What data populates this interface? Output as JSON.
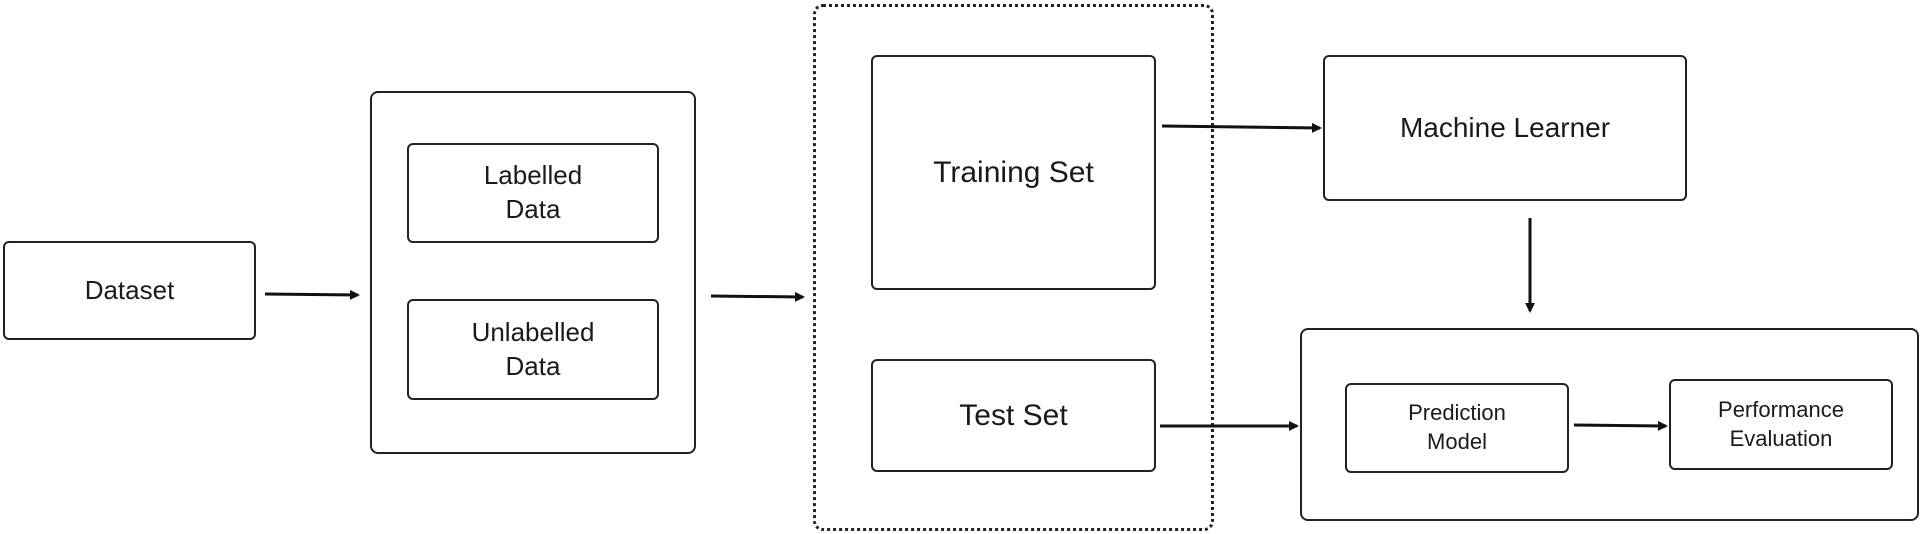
{
  "nodes": {
    "dataset": "Dataset",
    "labelled_data": [
      "Labelled",
      "Data"
    ],
    "unlabelled_data": [
      "Unlabelled",
      "Data"
    ],
    "training_set": "Training Set",
    "test_set": "Test Set",
    "machine_learner": "Machine Learner",
    "prediction_model": [
      "Prediction",
      "Model"
    ],
    "performance_evaluation": [
      "Performance",
      "Evaluation"
    ]
  },
  "edges": [
    {
      "from": "dataset",
      "to": "data-group"
    },
    {
      "from": "data-group",
      "to": "split-group"
    },
    {
      "from": "training_set",
      "to": "machine_learner"
    },
    {
      "from": "machine_learner",
      "to": "evaluation-group"
    },
    {
      "from": "test_set",
      "to": "evaluation-group"
    },
    {
      "from": "prediction_model",
      "to": "performance_evaluation"
    }
  ]
}
